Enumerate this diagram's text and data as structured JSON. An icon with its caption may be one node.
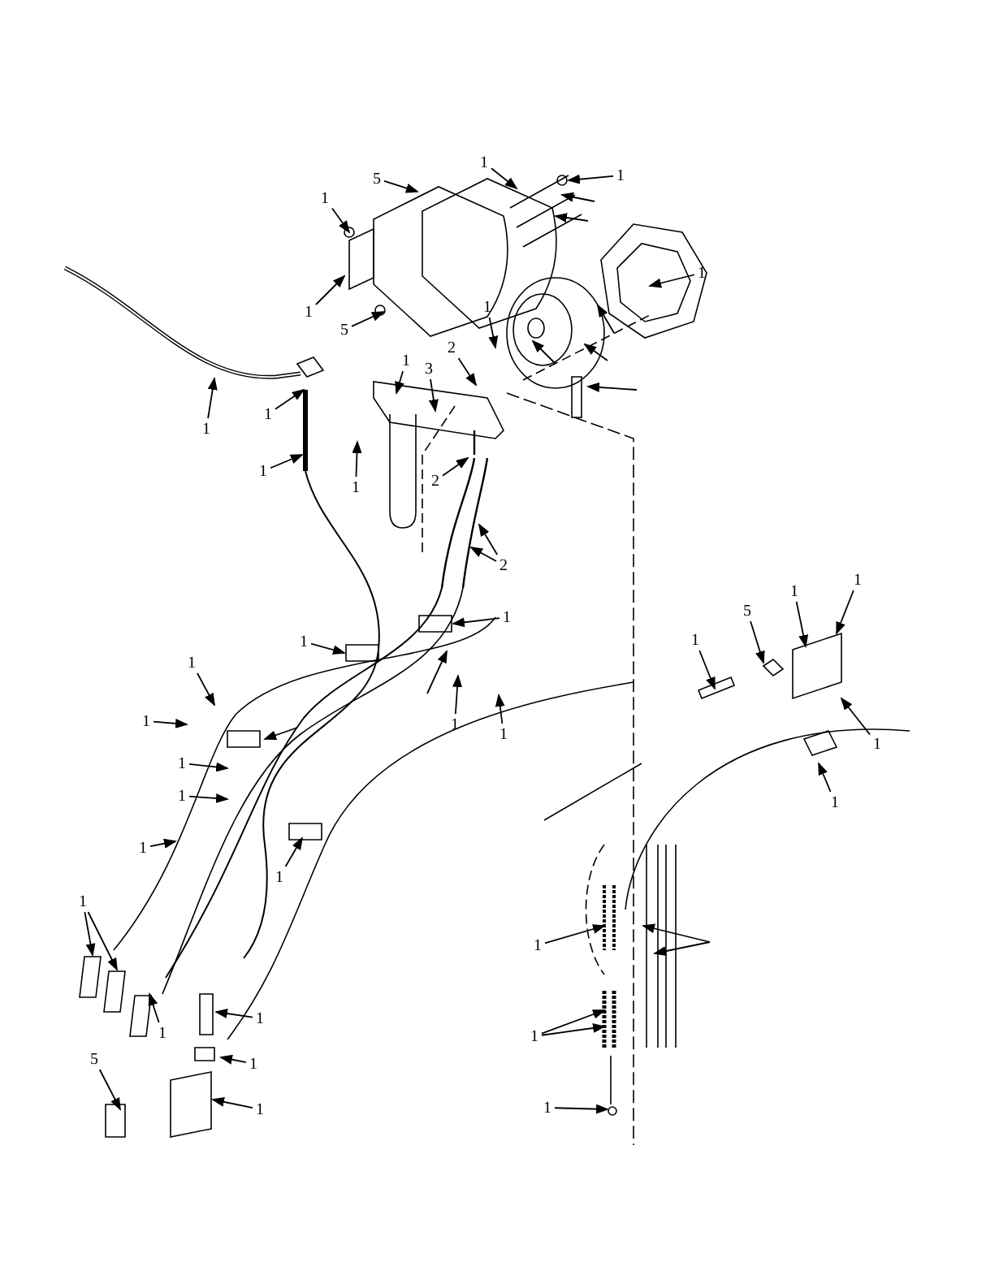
{
  "diagram": {
    "nodes": [
      {
        "text": [
          "1"
        ]
      },
      {
        "text": [
          "5"
        ]
      },
      {
        "text": [
          "1"
        ]
      },
      {
        "text": [
          "1"
        ]
      },
      {
        "text": [
          "1"
        ]
      },
      {
        "text": [
          "5"
        ]
      },
      {
        "text": [
          "1"
        ]
      },
      {
        "text": [
          "1"
        ]
      },
      {
        "text": [
          "1"
        ]
      },
      {
        "text": [
          "3"
        ]
      },
      {
        "text": [
          "2"
        ]
      },
      {
        "text": [
          "1"
        ]
      },
      {
        "text": [
          "1"
        ]
      },
      {
        "text": [
          "1"
        ]
      },
      {
        "text": [
          "1"
        ]
      },
      {
        "text": [
          "2"
        ]
      },
      {
        "text": [
          "2"
        ]
      },
      {
        "text": [
          "1"
        ]
      },
      {
        "text": [
          "1"
        ]
      },
      {
        "text": [
          "1"
        ]
      },
      {
        "text": [
          "1"
        ]
      },
      {
        "text": [
          "1"
        ]
      },
      {
        "text": [
          "5"
        ]
      },
      {
        "text": [
          "1"
        ]
      },
      {
        "text": [
          "1"
        ]
      },
      {
        "text": [
          "1"
        ]
      },
      {
        "text": [
          "1"
        ]
      },
      {
        "text": [
          "1"
        ]
      },
      {
        "text": [
          "1"
        ]
      },
      {
        "text": [
          "1"
        ]
      },
      {
        "text": [
          "1"
        ]
      },
      {
        "text": [
          "1"
        ]
      },
      {
        "text": [
          "1"
        ]
      },
      {
        "text": [
          "1"
        ]
      },
      {
        "text": [
          "1"
        ]
      },
      {
        "text": [
          "1"
        ]
      },
      {
        "text": [
          "1"
        ]
      },
      {
        "text": [
          "5"
        ]
      },
      {
        "text": [
          "1"
        ]
      },
      {
        "text": [
          "1"
        ]
      },
      {
        "text": [
          "1"
        ]
      },
      {
        "text": [
          "1"
        ]
      }
    ],
    "edges": [
      {
        "from": 0,
        "to": null,
        "arrow": "to"
      },
      {
        "from": 1,
        "to": null,
        "arrow": "to"
      },
      {
        "from": 2,
        "to": null,
        "arrow": "to"
      },
      {
        "from": 3,
        "to": null,
        "arrow": "to"
      },
      {
        "from": 4,
        "to": null,
        "arrow": "to"
      },
      {
        "from": 5,
        "to": null,
        "arrow": "to"
      },
      {
        "from": 6,
        "to": null,
        "arrow": "to"
      },
      {
        "from": 7,
        "to": null,
        "arrow": "to"
      },
      {
        "from": 8,
        "to": null,
        "arrow": "to"
      },
      {
        "from": 9,
        "to": null,
        "arrow": "to"
      },
      {
        "from": 10,
        "to": null,
        "arrow": "to"
      },
      {
        "from": 11,
        "to": null,
        "arrow": "to"
      },
      {
        "from": 12,
        "to": null,
        "arrow": "to"
      },
      {
        "from": 13,
        "to": null,
        "arrow": "to"
      },
      {
        "from": 14,
        "to": null,
        "arrow": "to"
      },
      {
        "from": 15,
        "to": null,
        "arrow": "to"
      },
      {
        "from": 16,
        "to": null,
        "arrow": "to"
      },
      {
        "from": 16,
        "to": null,
        "arrow": "to"
      },
      {
        "from": 17,
        "to": null,
        "arrow": "to"
      },
      {
        "from": 18,
        "to": null,
        "arrow": "to"
      },
      {
        "from": 19,
        "to": null,
        "arrow": "to"
      },
      {
        "from": 20,
        "to": null,
        "arrow": "to"
      },
      {
        "from": 21,
        "to": null,
        "arrow": "to"
      },
      {
        "from": 22,
        "to": null,
        "arrow": "to"
      },
      {
        "from": 23,
        "to": null,
        "arrow": "to"
      },
      {
        "from": 24,
        "to": null,
        "arrow": "to"
      },
      {
        "from": 25,
        "to": null,
        "arrow": "to"
      },
      {
        "from": 26,
        "to": null,
        "arrow": "to"
      },
      {
        "from": 27,
        "to": null,
        "arrow": "to"
      },
      {
        "from": 28,
        "to": null,
        "arrow": "to"
      },
      {
        "from": 29,
        "to": null,
        "arrow": "to"
      },
      {
        "from": 30,
        "to": null,
        "arrow": "to"
      },
      {
        "from": 31,
        "to": null,
        "arrow": "to"
      },
      {
        "from": 32,
        "to": null,
        "arrow": "to"
      },
      {
        "from": 33,
        "to": null,
        "arrow": "to"
      },
      {
        "from": 33,
        "to": null,
        "arrow": "to"
      },
      {
        "from": 34,
        "to": null,
        "arrow": "to"
      },
      {
        "from": 35,
        "to": null,
        "arrow": "to"
      },
      {
        "from": 36,
        "to": null,
        "arrow": "to"
      },
      {
        "from": 37,
        "to": null,
        "arrow": "to"
      },
      {
        "from": 38,
        "to": null,
        "arrow": "to"
      },
      {
        "from": 39,
        "to": null,
        "arrow": "to"
      },
      {
        "from": 40,
        "to": null,
        "arrow": "to"
      },
      {
        "from": 40,
        "to": null,
        "arrow": "to"
      },
      {
        "from": 41,
        "to": null,
        "arrow": "to"
      }
    ]
  }
}
